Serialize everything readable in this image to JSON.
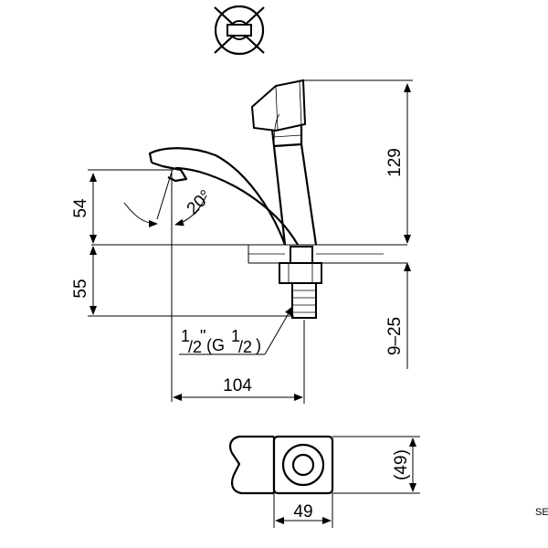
{
  "symbol": {
    "icon": "no-rotation-symbol-icon"
  },
  "dimensions": {
    "height_total": "129",
    "height_upper": "54",
    "height_lower": "55",
    "thread_range": "9–25",
    "reach": "104",
    "angle": "20°",
    "thread_whole": "1",
    "thread_frac_num": "/2",
    "thread_mark": "\"",
    "thread_open": "(G",
    "thread_g_whole": "1",
    "thread_g_frac": "/2",
    "thread_close": ")",
    "base_width": "49",
    "base_depth": "(49)"
  },
  "corner_code": "SE"
}
